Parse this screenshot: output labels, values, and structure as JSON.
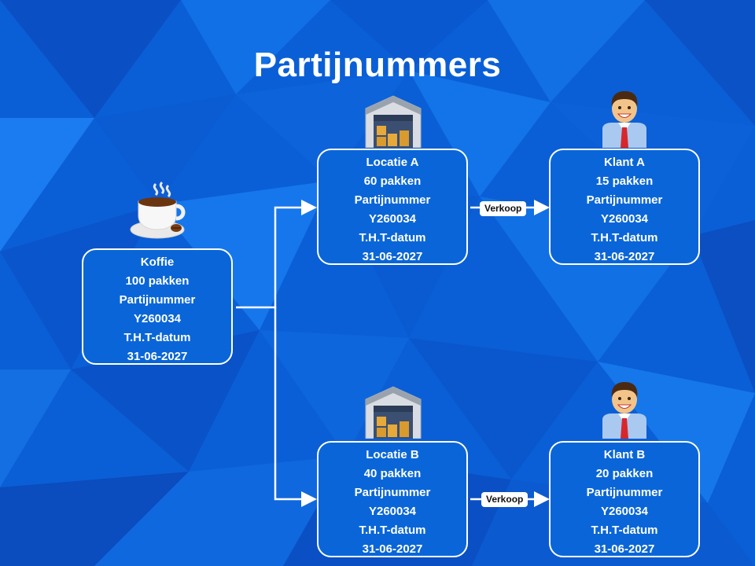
{
  "title": "Partijnummers",
  "colors": {
    "background": "#0a5fd6",
    "box_fill": "#0a66d8",
    "stroke": "#ffffff"
  },
  "nodes": {
    "koffie": {
      "icon": "coffee-cup-icon",
      "lines": [
        "Koffie",
        "100 pakken",
        "Partijnummer",
        "Y260034",
        "T.H.T-datum",
        "31-06-2027"
      ]
    },
    "locatie_a": {
      "icon": "warehouse-icon",
      "lines": [
        "Locatie A",
        "60 pakken",
        "Partijnummer",
        "Y260034",
        "T.H.T-datum",
        "31-06-2027"
      ]
    },
    "klant_a": {
      "icon": "customer-icon",
      "lines": [
        "Klant A",
        "15 pakken",
        "Partijnummer",
        "Y260034",
        "T.H.T-datum",
        "31-06-2027"
      ]
    },
    "locatie_b": {
      "icon": "warehouse-icon",
      "lines": [
        "Locatie B",
        "40 pakken",
        "Partijnummer",
        "Y260034",
        "T.H.T-datum",
        "31-06-2027"
      ]
    },
    "klant_b": {
      "icon": "customer-icon",
      "lines": [
        "Klant B",
        "20 pakken",
        "Partijnummer",
        "Y260034",
        "T.H.T-datum",
        "31-06-2027"
      ]
    }
  },
  "edges": [
    {
      "from": "koffie",
      "to": "locatie_a"
    },
    {
      "from": "koffie",
      "to": "locatie_b"
    },
    {
      "from": "locatie_a",
      "to": "klant_a",
      "label": "Verkoop"
    },
    {
      "from": "locatie_b",
      "to": "klant_b",
      "label": "Verkoop"
    }
  ]
}
